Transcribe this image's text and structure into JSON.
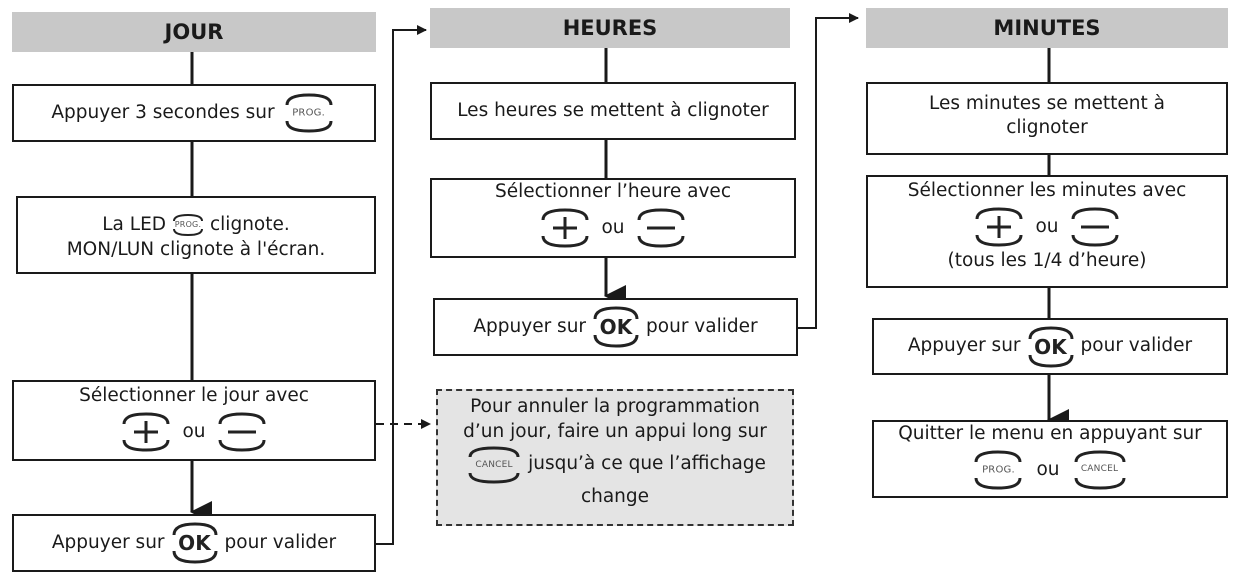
{
  "columns": {
    "jour": {
      "header": "JOUR",
      "step1_text": "Appuyer 3 secondes sur",
      "step1_button": "PROG.",
      "step2_line1_prefix": "La LED",
      "step2_led_label": "PROG.",
      "step2_line1_suffix": "clignote.",
      "step2_line2": "MON/LUN clignote à l'écran.",
      "step3_text": "Sélectionner le jour avec",
      "step3_or": "ou",
      "step4_prefix": "Appuyer sur",
      "step4_button": "OK",
      "step4_suffix": "pour valider"
    },
    "heures": {
      "header": "HEURES",
      "step1_text": "Les heures se mettent à clignoter",
      "step2_text": "Sélectionner l’heure avec",
      "step2_or": "ou",
      "step3_prefix": "Appuyer sur",
      "step3_button": "OK",
      "step3_suffix": "pour valider"
    },
    "minutes": {
      "header": "MINUTES",
      "step1_line1": "Les minutes se mettent à",
      "step1_line2": "clignoter",
      "step2_text": "Sélectionner les minutes avec",
      "step2_or": "ou",
      "step2_note": "(tous les 1/4 d’heure)",
      "step3_prefix": "Appuyer sur",
      "step3_button": "OK",
      "step3_suffix": "pour valider",
      "step4_text": "Quitter le menu en appuyant sur",
      "step4_button1": "PROG.",
      "step4_or": "ou",
      "step4_button2": "CANCEL"
    }
  },
  "note": {
    "line1": "Pour annuler la programmation",
    "line2": "d’un jour, faire un appui long sur",
    "button": "CANCEL",
    "line3": "jusqu’à ce que l’affichage",
    "line4": "change"
  },
  "colors": {
    "header_bg": "#c8c8c8",
    "note_bg": "#e4e4e4",
    "line": "#1a1a1a"
  }
}
